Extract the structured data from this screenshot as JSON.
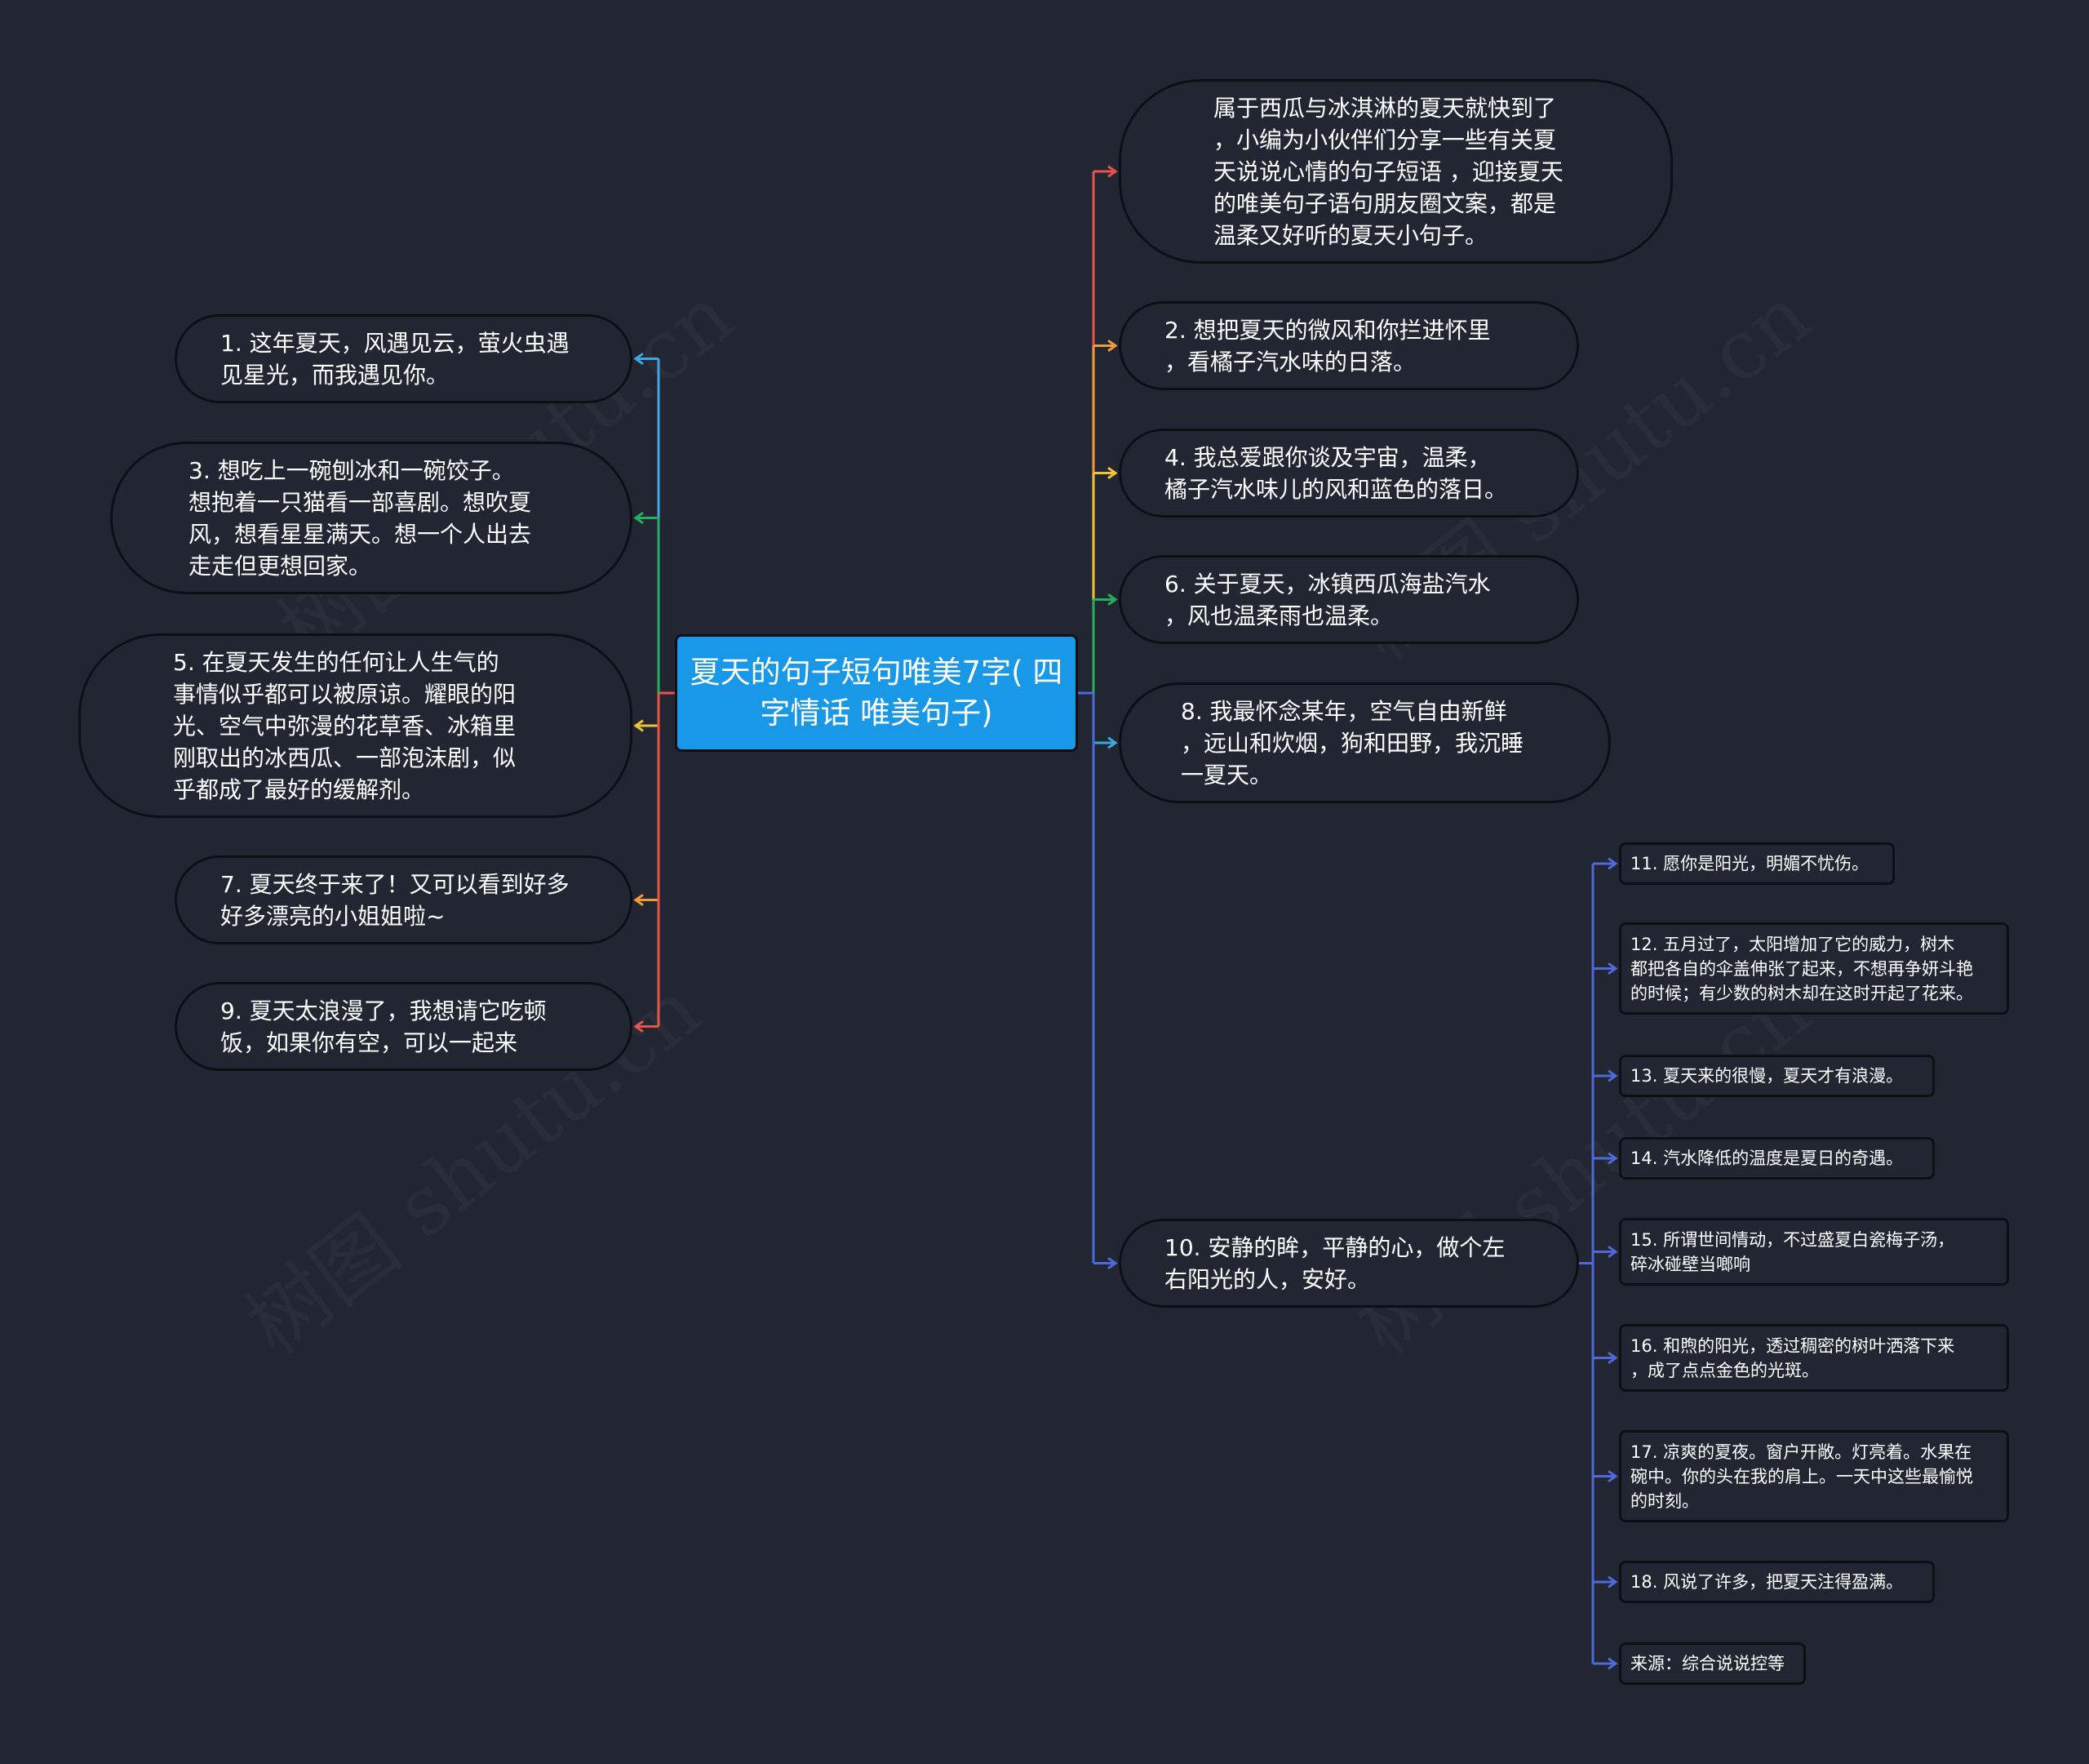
{
  "watermark": "树图 shutu.cn",
  "root": {
    "title_line1": "夏天的句子短句唯美7字(",
    "title_line2": "四字情话 唯美句子)",
    "color": "#1a98e8"
  },
  "left_nodes": [
    {
      "id": "n1",
      "lines": [
        "1.  这年夏天，风遇见云，萤火虫遇",
        "见星光，而我遇见你。"
      ],
      "color": "#3fa7e0"
    },
    {
      "id": "n3",
      "lines": [
        "3.  想吃上一碗刨冰和一碗饺子。",
        "想抱着一只猫看一部喜剧。想吹夏",
        "风，想看星星满天。想一个人出去",
        "走走但更想回家。"
      ],
      "color": "#27ae60"
    },
    {
      "id": "n5",
      "lines": [
        "5.  在夏天发生的任何让人生气的",
        "事情似乎都可以被原谅。耀眼的阳",
        "光、空气中弥漫的花草香、冰箱里",
        "刚取出的冰西瓜、一部泡沫剧，似",
        "乎都成了最好的缓解剂。"
      ],
      "color": "#f0c330"
    },
    {
      "id": "n7",
      "lines": [
        "7.  夏天终于来了！又可以看到好多",
        "好多漂亮的小姐姐啦~"
      ],
      "color": "#f39a3c"
    },
    {
      "id": "n9",
      "lines": [
        "9.  夏天太浪漫了，我想请它吃顿",
        "饭，如果你有空，可以一起来"
      ],
      "color": "#e8534a"
    }
  ],
  "right_nodes": [
    {
      "id": "intro",
      "lines": [
        "属于西瓜与冰淇淋的夏天就快到了",
        "，小编为小伙伴们分享一些有关夏",
        "天说说心情的句子短语 ，迎接夏天",
        "的唯美句子语句朋友圈文案，都是",
        "温柔又好听的夏天小句子。"
      ],
      "color": "#e8534a"
    },
    {
      "id": "n2",
      "lines": [
        "2.  想把夏天的微风和你拦进怀里",
        "，看橘子汽水味的日落。"
      ],
      "color": "#f39a3c"
    },
    {
      "id": "n4",
      "lines": [
        "4.  我总爱跟你谈及宇宙，温柔，",
        "橘子汽水味儿的风和蓝色的落日。"
      ],
      "color": "#f0c330"
    },
    {
      "id": "n6",
      "lines": [
        "6.  关于夏天，冰镇西瓜海盐汽水",
        "，风也温柔雨也温柔。"
      ],
      "color": "#27ae60"
    },
    {
      "id": "n8",
      "lines": [
        "8.  我最怀念某年，空气自由新鲜",
        "，远山和炊烟，狗和田野，我沉睡",
        "一夏天。"
      ],
      "color": "#3fa7e0"
    },
    {
      "id": "n10",
      "lines": [
        "10.  安静的眸，平静的心，做个左",
        "右阳光的人，安好。"
      ],
      "color": "#4f6ad8"
    }
  ],
  "sub_nodes": [
    {
      "id": "s11",
      "lines": [
        "11.  愿你是阳光，明媚不忧伤。"
      ]
    },
    {
      "id": "s12",
      "lines": [
        "12.  五月过了，太阳增加了它的威力，树木",
        "都把各自的伞盖伸张了起来，不想再争妍斗艳",
        "的时候；有少数的树木却在这时开起了花来。"
      ]
    },
    {
      "id": "s13",
      "lines": [
        "13.  夏天来的很慢，夏天才有浪漫。"
      ]
    },
    {
      "id": "s14",
      "lines": [
        "14.  汽水降低的温度是夏日的奇遇。"
      ]
    },
    {
      "id": "s15",
      "lines": [
        "15.  所谓世间情动，不过盛夏白瓷梅子汤，",
        "碎冰碰壁当啷响"
      ]
    },
    {
      "id": "s16",
      "lines": [
        "16.  和煦的阳光，透过稠密的树叶洒落下来",
        "，成了点点金色的光斑。"
      ]
    },
    {
      "id": "s17",
      "lines": [
        "17.  凉爽的夏夜。窗户开敞。灯亮着。水果在",
        "碗中。你的头在我的肩上。一天中这些最愉悦",
        "的时刻。"
      ]
    },
    {
      "id": "s18",
      "lines": [
        "18.  风说了许多，把夏天注得盈满。"
      ]
    },
    {
      "id": "src",
      "lines": [
        "来源：综合说说控等"
      ]
    }
  ],
  "sub_color": "#4f6ad8"
}
